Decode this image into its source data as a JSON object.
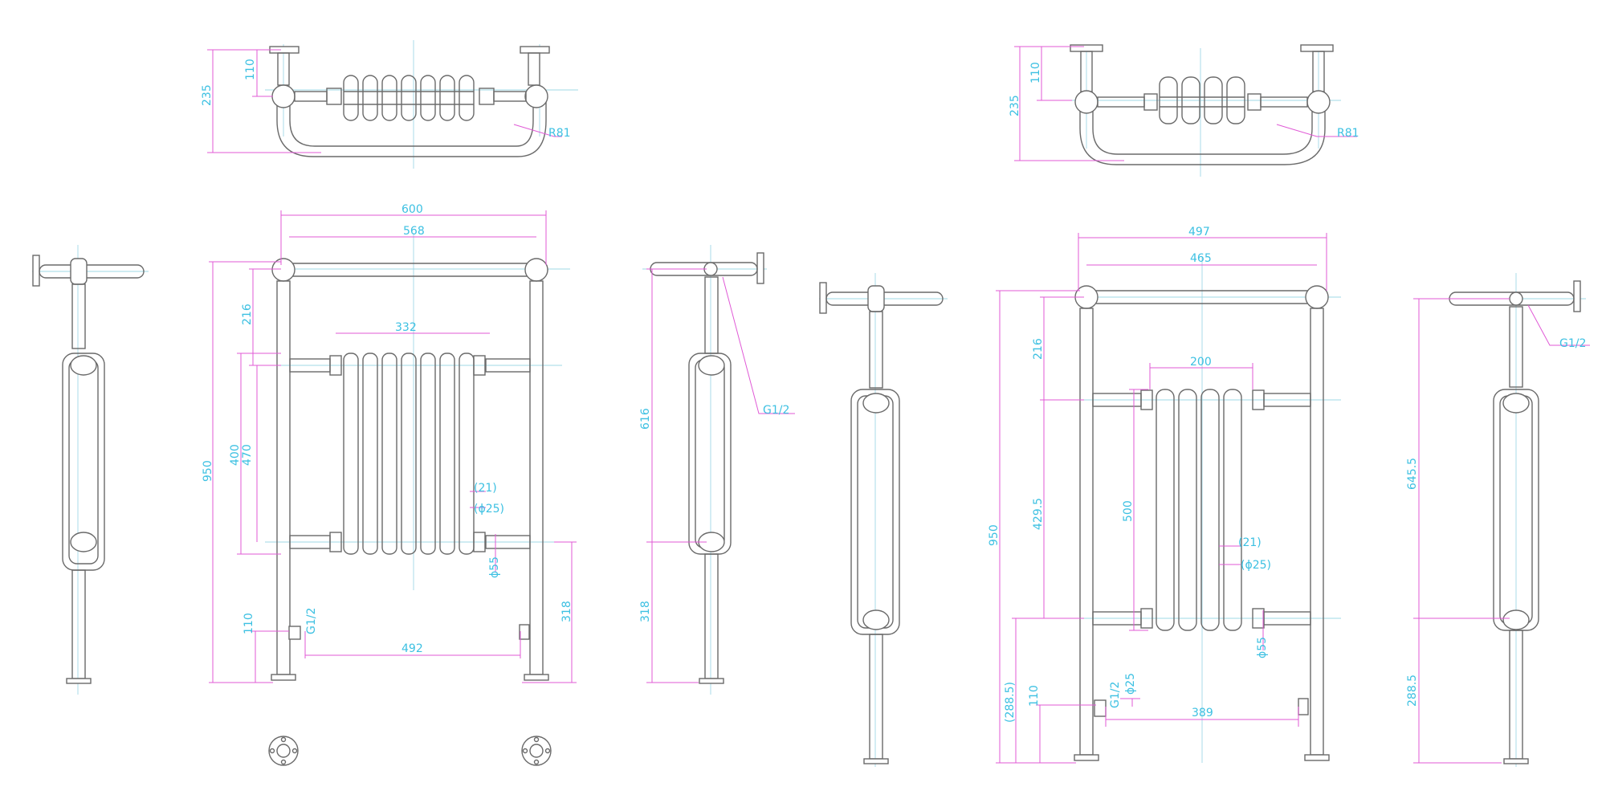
{
  "drawing_title": "",
  "colors": {
    "outline": "#6a6a6a",
    "centerline": "#9fd8e6",
    "dimension_line": "#e05ad6",
    "dimension_text": "#3cc0e2",
    "background": "#ffffff"
  },
  "views": {
    "large_radiator": {
      "plan": {
        "depth": "235",
        "pipe_offset": "110",
        "bend_radius": "R81"
      },
      "front": {
        "overall_width": "600",
        "rail_width": "568",
        "panel_width": "332",
        "overall_height": "950",
        "top_to_panel": "216",
        "panel_span": "470",
        "panel_height": "400",
        "bottom_dim_21": "(21)",
        "bottom_dim_25": "(ϕ25)",
        "tube_dia": "ϕ55",
        "floor_height": "318",
        "valve_height": "110",
        "valve_thread": "G1/2",
        "valve_spacing": "492"
      },
      "side": {
        "rail_drop": "616",
        "floor_height": "318",
        "valve_thread": "G1/2"
      }
    },
    "small_radiator": {
      "plan": {
        "depth": "235",
        "pipe_offset": "110",
        "bend_radius": "R81"
      },
      "front": {
        "overall_width": "497",
        "rail_width": "465",
        "panel_width": "200",
        "overall_height": "950",
        "top_to_panel": "216",
        "panel_span": "429.5",
        "panel_height": "500",
        "bottom_dim_21": "(21)",
        "bottom_dim_25": "(ϕ25)",
        "tube_dia": "ϕ55",
        "floor_height": "(288.5)",
        "valve_height": "110",
        "valve_thread": "G1/2",
        "valve_dia": "ϕ25",
        "valve_spacing": "389"
      },
      "side": {
        "rail_drop": "645.5",
        "floor_height": "288.5",
        "valve_thread": "G1/2"
      }
    }
  }
}
